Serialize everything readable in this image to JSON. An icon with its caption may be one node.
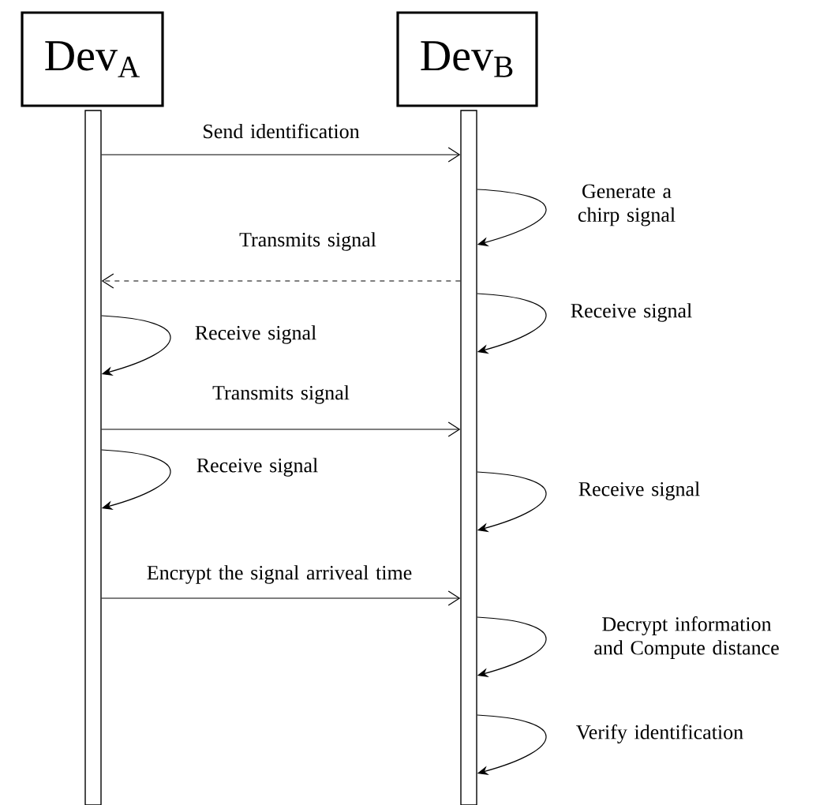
{
  "diagram": {
    "nodes": [
      {
        "text": [
          "Dev$_{A}$"
        ]
      },
      {
        "text": [
          "Dev$_{B}$"
        ]
      },
      {
        "text": [],
        "shape": "bar"
      },
      {
        "text": [],
        "shape": "bar"
      }
    ],
    "edges": [
      {
        "from": 2,
        "to": 3,
        "arrow": "to",
        "label": "Send identification"
      },
      {
        "from": 3,
        "to": 3,
        "arrow": "to",
        "label": "Generate a chirp signal"
      },
      {
        "from": 3,
        "to": 2,
        "arrow": "to",
        "label": "Transmits signal",
        "style": "dashed"
      },
      {
        "from": 3,
        "to": 3,
        "arrow": "to",
        "label": "Receive signal"
      },
      {
        "from": 2,
        "to": 2,
        "arrow": "to",
        "label": "Receive signal"
      },
      {
        "from": 2,
        "to": 3,
        "arrow": "to",
        "label": "Transmits signal"
      },
      {
        "from": 2,
        "to": 2,
        "arrow": "to",
        "label": "Receive signal"
      },
      {
        "from": 3,
        "to": 3,
        "arrow": "to",
        "label": "Receive signal"
      },
      {
        "from": 2,
        "to": 3,
        "arrow": "to",
        "label": "Encrypt the signal arriveal time"
      },
      {
        "from": 3,
        "to": 3,
        "arrow": "to",
        "label": "Decrypt information and Compute distance"
      },
      {
        "from": 3,
        "to": 3,
        "arrow": "to",
        "label": "Verify identification"
      }
    ]
  }
}
